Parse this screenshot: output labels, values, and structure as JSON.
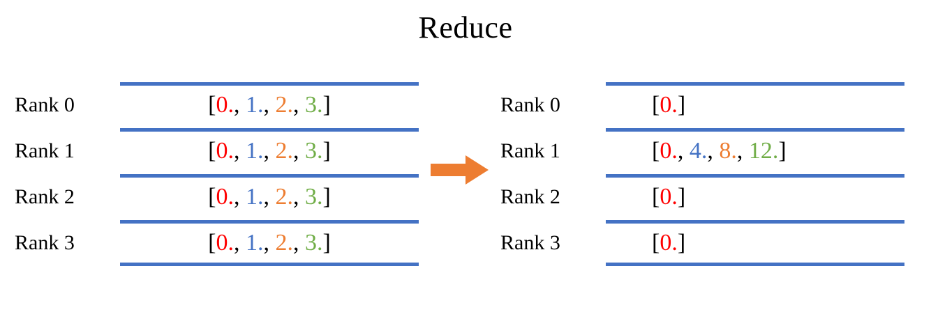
{
  "title": "Reduce",
  "colors": {
    "line": "#4472C4",
    "arrow": "#ED7D31",
    "red": "#FF0000",
    "blue": "#4472C4",
    "orange": "#ED7D31",
    "green": "#70AD47",
    "text": "#000000",
    "background": "#FFFFFF"
  },
  "arrow": {
    "icon": "arrow-right-icon",
    "direction": "right",
    "color": "#ED7D31"
  },
  "left_panel": {
    "rows": [
      {
        "rank_label": "Rank 0",
        "array_text": "[0., 1., 2., 3.]",
        "open_bracket": "[",
        "close_bracket": "]",
        "items": [
          {
            "value": "0.",
            "color": "red"
          },
          {
            "value": "1.",
            "color": "blue"
          },
          {
            "value": "2.",
            "color": "orange"
          },
          {
            "value": "3.",
            "color": "green"
          }
        ]
      },
      {
        "rank_label": "Rank 1",
        "array_text": "[0., 1., 2., 3.]",
        "open_bracket": "[",
        "close_bracket": "]",
        "items": [
          {
            "value": "0.",
            "color": "red"
          },
          {
            "value": "1.",
            "color": "blue"
          },
          {
            "value": "2.",
            "color": "orange"
          },
          {
            "value": "3.",
            "color": "green"
          }
        ]
      },
      {
        "rank_label": "Rank 2",
        "array_text": "[0., 1., 2., 3.]",
        "open_bracket": "[",
        "close_bracket": "]",
        "items": [
          {
            "value": "0.",
            "color": "red"
          },
          {
            "value": "1.",
            "color": "blue"
          },
          {
            "value": "2.",
            "color": "orange"
          },
          {
            "value": "3.",
            "color": "green"
          }
        ]
      },
      {
        "rank_label": "Rank 3",
        "array_text": "[0., 1., 2., 3.]",
        "open_bracket": "[",
        "close_bracket": "]",
        "items": [
          {
            "value": "0.",
            "color": "red"
          },
          {
            "value": "1.",
            "color": "blue"
          },
          {
            "value": "2.",
            "color": "orange"
          },
          {
            "value": "3.",
            "color": "green"
          }
        ]
      }
    ]
  },
  "right_panel": {
    "rows": [
      {
        "rank_label": "Rank 0",
        "array_text": "[0.]",
        "open_bracket": "[",
        "close_bracket": "]",
        "items": [
          {
            "value": "0.",
            "color": "red"
          }
        ]
      },
      {
        "rank_label": "Rank 1",
        "array_text": "[0., 4., 8., 12.]",
        "open_bracket": "[",
        "close_bracket": "]",
        "items": [
          {
            "value": "0.",
            "color": "red"
          },
          {
            "value": "4.",
            "color": "blue"
          },
          {
            "value": "8.",
            "color": "orange"
          },
          {
            "value": "12.",
            "color": "green"
          }
        ]
      },
      {
        "rank_label": "Rank 2",
        "array_text": "[0.]",
        "open_bracket": "[",
        "close_bracket": "]",
        "items": [
          {
            "value": "0.",
            "color": "red"
          }
        ]
      },
      {
        "rank_label": "Rank 3",
        "array_text": "[0.]",
        "open_bracket": "[",
        "close_bracket": "]",
        "items": [
          {
            "value": "0.",
            "color": "red"
          }
        ]
      }
    ]
  },
  "separators": {
    "comma": ", "
  }
}
